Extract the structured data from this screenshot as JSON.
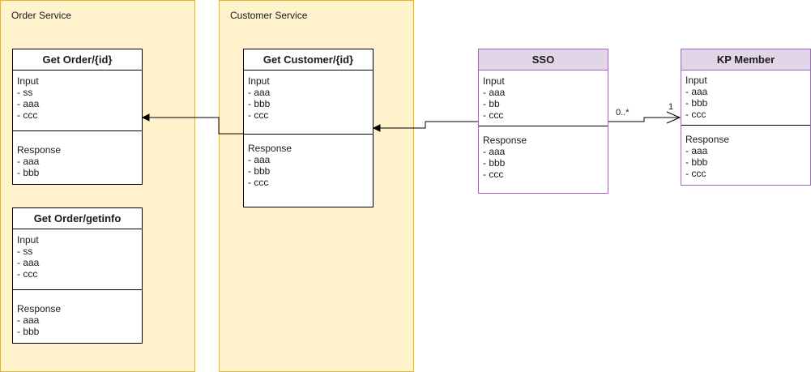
{
  "colors": {
    "service_fill": "#fff2cc",
    "service_border": "#d6b656",
    "purple_header_fill": "#e1d5e7",
    "purple_border": "#9673a6",
    "line": "#000000"
  },
  "services": {
    "order": {
      "title": "Order Service"
    },
    "customer": {
      "title": "Customer Service"
    }
  },
  "classes": {
    "get_order_id": {
      "title": "Get Order/{id}",
      "input": [
        "Input",
        "- ss",
        "- aaa",
        "- ccc"
      ],
      "response": [
        "Response",
        "- aaa",
        "- bbb"
      ]
    },
    "get_order_getinfo": {
      "title": "Get Order/getinfo",
      "input": [
        "Input",
        "- ss",
        "- aaa",
        "- ccc"
      ],
      "response": [
        "Response",
        "- aaa",
        "- bbb"
      ]
    },
    "get_customer_id": {
      "title": "Get Customer/{id}",
      "input": [
        "Input",
        "- aaa",
        "- bbb",
        "- ccc"
      ],
      "response": [
        "Response",
        "- aaa",
        "- bbb",
        "- ccc"
      ]
    },
    "sso": {
      "title": "SSO",
      "input": [
        "Input",
        "- aaa",
        "- bb",
        "- ccc"
      ],
      "response": [
        "Response",
        "- aaa",
        "- bbb",
        "- ccc"
      ]
    },
    "kp_member": {
      "title": "KP Member",
      "input": [
        "Input",
        "- aaa",
        "- bbb",
        "- ccc"
      ],
      "response": [
        "Response",
        "- aaa",
        "- bbb",
        "- ccc"
      ]
    }
  },
  "edges": {
    "sso_kp": {
      "source_multiplicity": "0..*",
      "target_multiplicity": "1"
    }
  }
}
